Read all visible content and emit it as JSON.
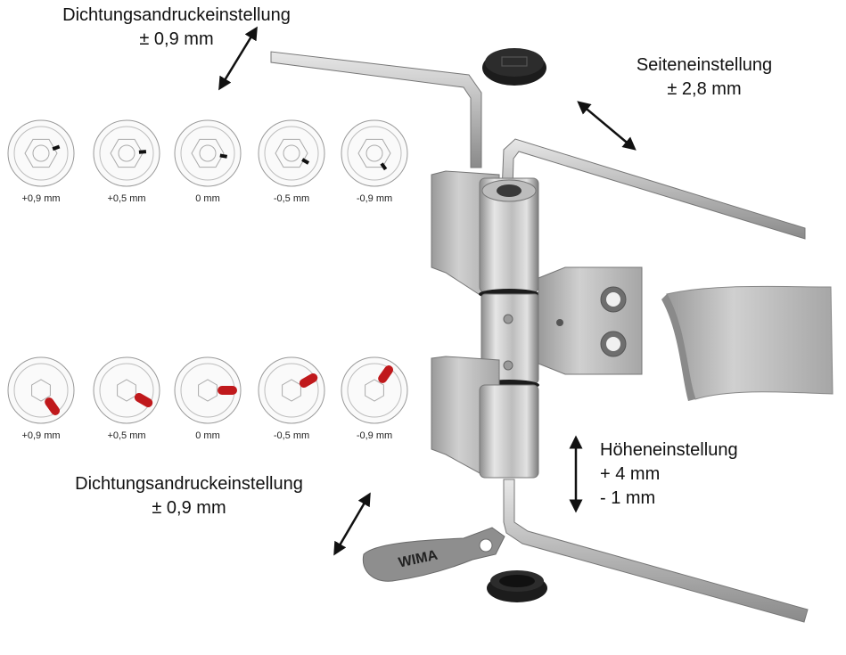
{
  "labels": {
    "top_left_title": "Dichtungsandruckeinstellung",
    "top_left_value": "± 0,9 mm",
    "side_title": "Seiteneinstellung",
    "side_value": "± 2,8 mm",
    "height_title": "Höheneinstellung",
    "height_value_plus": "+ 4 mm",
    "height_value_minus": "- 1 mm",
    "bottom_left_title": "Dichtungsandruckeinstellung",
    "bottom_left_value": "± 0,9 mm"
  },
  "top_dials": [
    "+0,9 mm",
    "+0,5 mm",
    "0 mm",
    "-0,5 mm",
    "-0,9 mm"
  ],
  "bottom_dials": [
    "+0,9 mm",
    "+0,5 mm",
    "0 mm",
    "-0,5 mm",
    "-0,9 mm"
  ],
  "logo_text": "WIMA",
  "colors": {
    "text": "#111111",
    "metal_light": "#dcdcdc",
    "metal_mid": "#b4b4b4",
    "metal_dark": "#7a7a7a",
    "gasket": "#1c1c1c",
    "marker_red": "#c0191c"
  }
}
